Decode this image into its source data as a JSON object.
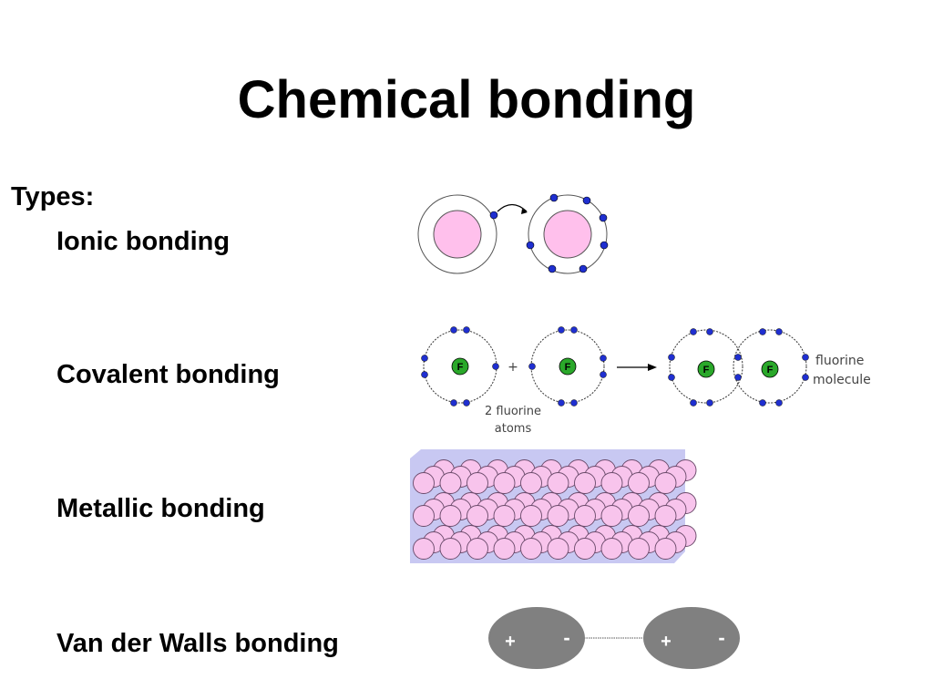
{
  "slide": {
    "title": "Chemical bonding",
    "types_heading": "Types:",
    "items": [
      {
        "label": "Ionic bonding"
      },
      {
        "label": "Covalent bonding"
      },
      {
        "label": "Metallic bonding"
      },
      {
        "label": "Van der Walls bonding"
      }
    ]
  },
  "covalent_figure": {
    "atom_symbol": "F",
    "plus_sign": "+",
    "atoms_label_line1": "2 fluorine",
    "atoms_label_line2": "atoms",
    "molecule_label_line1": "fluorine",
    "molecule_label_line2": "molecule"
  },
  "vdw_figure": {
    "positive": "+",
    "negative": "-"
  },
  "colors": {
    "nucleus": "#ffc0ec",
    "electron": "#1f2fd0",
    "fluorine_core": "#2aa82a",
    "lattice_bg": "#c8c8f2",
    "metal_atom": "#f8c4ec",
    "dipole": "#808080"
  }
}
